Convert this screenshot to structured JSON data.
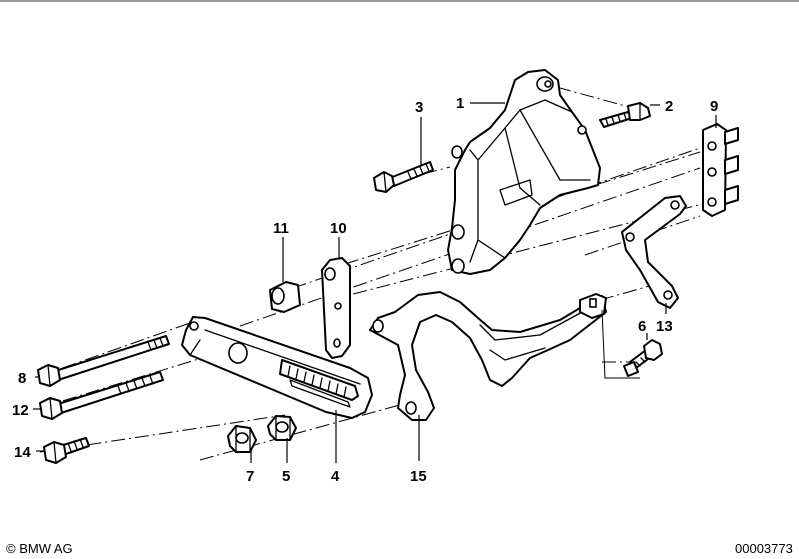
{
  "callouts": {
    "c1": "1",
    "c2": "2",
    "c3": "3",
    "c4": "4",
    "c5": "5",
    "c6": "6",
    "c7": "7",
    "c8": "8",
    "c9": "9",
    "c10": "10",
    "c11": "11",
    "c12": "12",
    "c13": "13",
    "c14": "14",
    "c15": "15"
  },
  "footer": {
    "copyright": "© BMW AG",
    "diagram_number": "00003773"
  }
}
